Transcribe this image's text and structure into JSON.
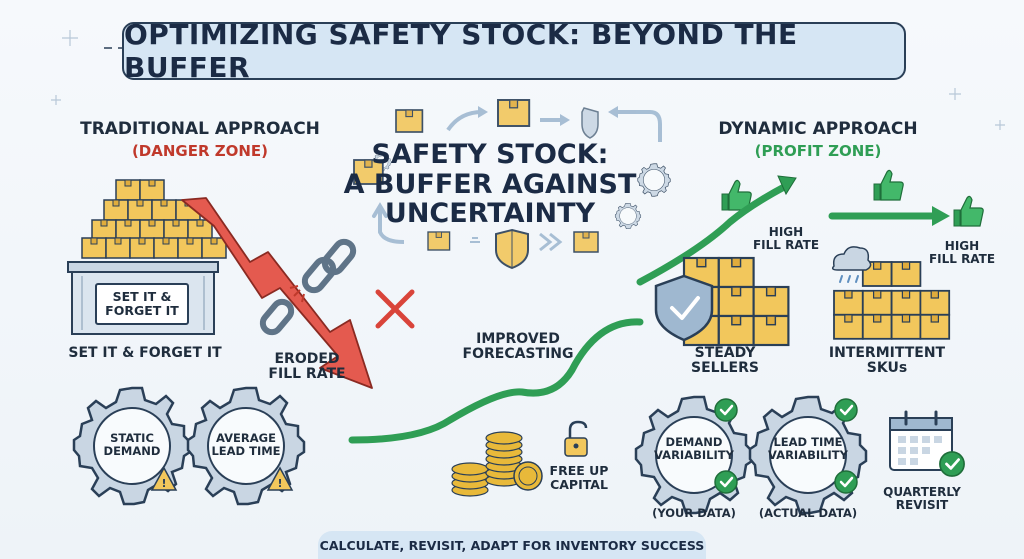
{
  "title": "OPTIMIZING SAFETY STOCK: BEYOND THE BUFFER",
  "center": {
    "line1": "SAFETY STOCK:",
    "line2": "A BUFFER AGAINST",
    "line3": "UNCERTAINTY"
  },
  "traditional": {
    "heading": "TRADITIONAL APPROACH",
    "zone": "(DANGER ZONE)",
    "sign_line1": "SET IT &",
    "sign_line2": "FORGET IT",
    "caption": "SET IT & FORGET IT",
    "eroded_line1": "ERODED",
    "eroded_line2": "FILL RATE",
    "gear1_line1": "STATIC",
    "gear1_line2": "DEMAND",
    "gear2_line1": "AVERAGE",
    "gear2_line2": "LEAD TIME"
  },
  "middle": {
    "improved_line1": "IMPROVED",
    "improved_line2": "FORECASTING",
    "capital_line1": "FREE UP",
    "capital_line2": "CAPITAL"
  },
  "dynamic": {
    "heading": "DYNAMIC APPROACH",
    "zone": "(PROFIT ZONE)",
    "high1_line1": "HIGH",
    "high1_line2": "FILL RATE",
    "high2_line1": "HIGH",
    "high2_line2": "FILL RATE",
    "steady_line1": "STEADY",
    "steady_line2": "SELLERS",
    "intermittent_line1": "INTERMITTENT",
    "intermittent_line2": "SKUs",
    "gear1_line1": "DEMAND",
    "gear1_line2": "VARIABILITY",
    "gear1_note": "(YOUR DATA)",
    "gear2_line1": "LEAD TIME",
    "gear2_line2": "VARIABILITY",
    "gear2_note": "(ACTUAL DATA)",
    "revisit_line1": "QUARTERLY",
    "revisit_line2": "REVISIT"
  },
  "footer": "CALCULATE, REVISIT, ADAPT FOR INVENTORY SUCCESS",
  "colors": {
    "danger": "#c0392b",
    "profit": "#2f9e55",
    "box": "#f2c75c",
    "gear": "#c9d6e3",
    "banner": "#d6e6f4"
  }
}
